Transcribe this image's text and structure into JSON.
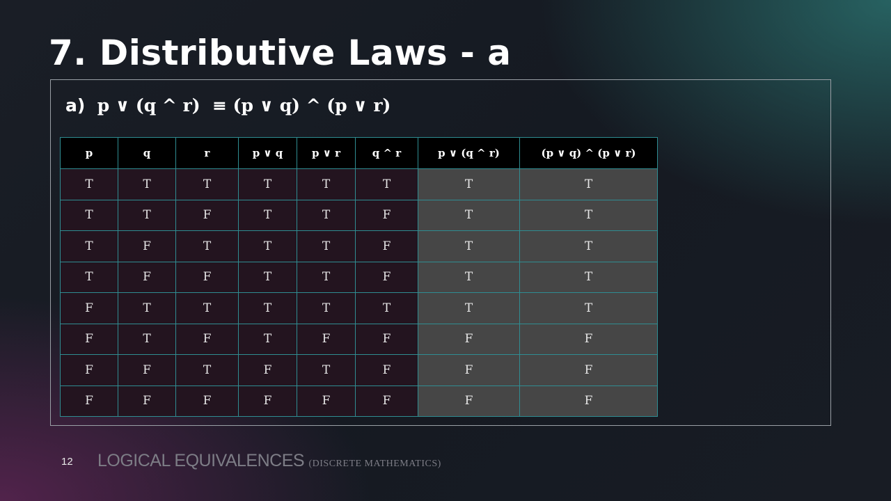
{
  "slide": {
    "title": "7. Distributive Laws - a",
    "law_label": "a)",
    "law_lhs": "p ∨ (q ^ r)",
    "law_equiv": "≡",
    "law_rhs": "(p ∨ q) ^ (p ∨ r)"
  },
  "truth_table": {
    "headers": [
      "p",
      "q",
      "r",
      "p ∨ q",
      "p ∨ r",
      "q ^ r",
      "p ∨ (q ^ r)",
      "(p ∨ q) ^ (p ∨ r)"
    ],
    "rows": [
      [
        "T",
        "T",
        "T",
        "T",
        "T",
        "T",
        "T",
        "T"
      ],
      [
        "T",
        "T",
        "F",
        "T",
        "T",
        "F",
        "T",
        "T"
      ],
      [
        "T",
        "F",
        "T",
        "T",
        "T",
        "F",
        "T",
        "T"
      ],
      [
        "T",
        "F",
        "F",
        "T",
        "T",
        "F",
        "T",
        "T"
      ],
      [
        "F",
        "T",
        "T",
        "T",
        "T",
        "T",
        "T",
        "T"
      ],
      [
        "F",
        "T",
        "F",
        "T",
        "F",
        "F",
        "F",
        "F"
      ],
      [
        "F",
        "F",
        "T",
        "F",
        "T",
        "F",
        "F",
        "F"
      ],
      [
        "F",
        "F",
        "F",
        "F",
        "F",
        "F",
        "F",
        "F"
      ]
    ]
  },
  "footer": {
    "page_number": "12",
    "text_main": "LOGICAL EQUIVALENCES",
    "text_small": "(DISCRETE MATHEMATICS)"
  },
  "colors": {
    "table_border": "#2f8d92",
    "header_bg": "#000000",
    "cell_bg": "#23141f",
    "highlight_bg": "#464646"
  }
}
